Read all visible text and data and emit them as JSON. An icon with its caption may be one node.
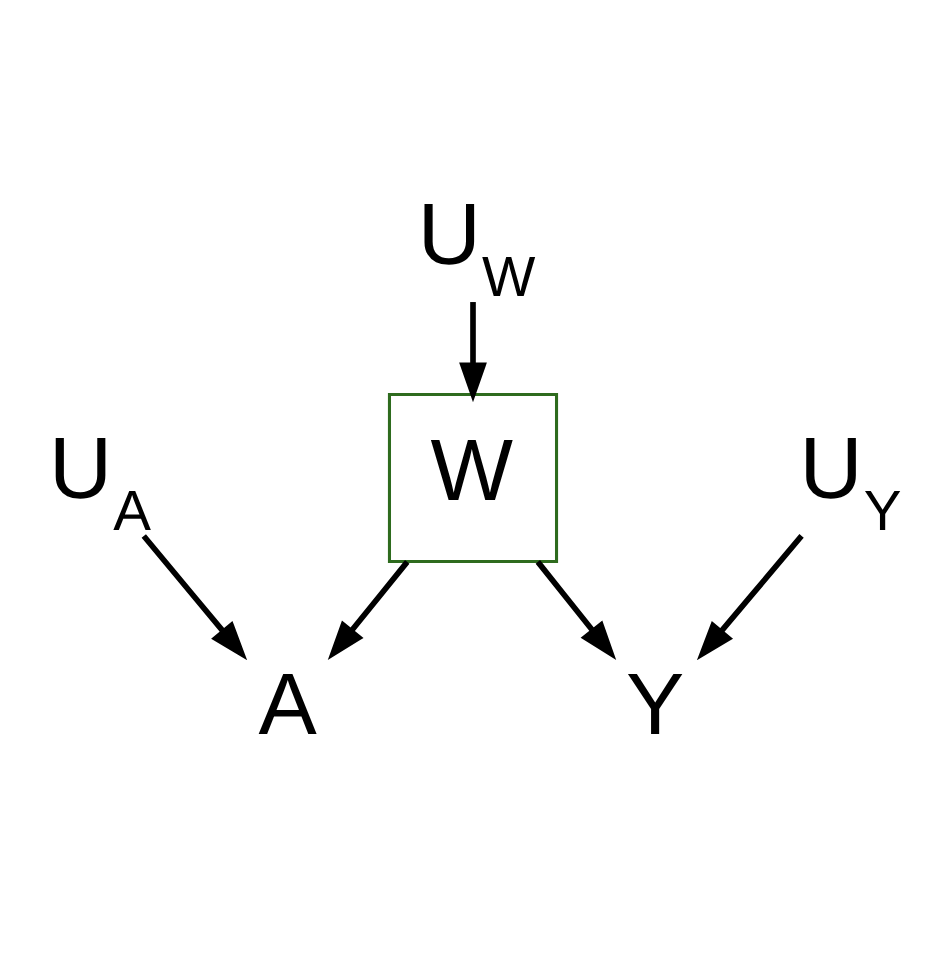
{
  "diagram": {
    "nodes": [
      {
        "text": [
          "U$_{W}$"
        ]
      },
      {
        "text": [
          "W"
        ]
      },
      {
        "text": [
          "U$_{A}$"
        ]
      },
      {
        "text": [
          "A"
        ]
      },
      {
        "text": [
          "U$_{Y}$"
        ]
      },
      {
        "text": [
          "Y"
        ]
      }
    ],
    "edges": [
      {
        "from": 0,
        "to": 1,
        "arrow": "to"
      },
      {
        "from": 1,
        "to": 3,
        "arrow": "to"
      },
      {
        "from": 1,
        "to": 5,
        "arrow": "to"
      },
      {
        "from": 2,
        "to": 3,
        "arrow": "to"
      },
      {
        "from": 4,
        "to": 5,
        "arrow": "to"
      }
    ]
  }
}
